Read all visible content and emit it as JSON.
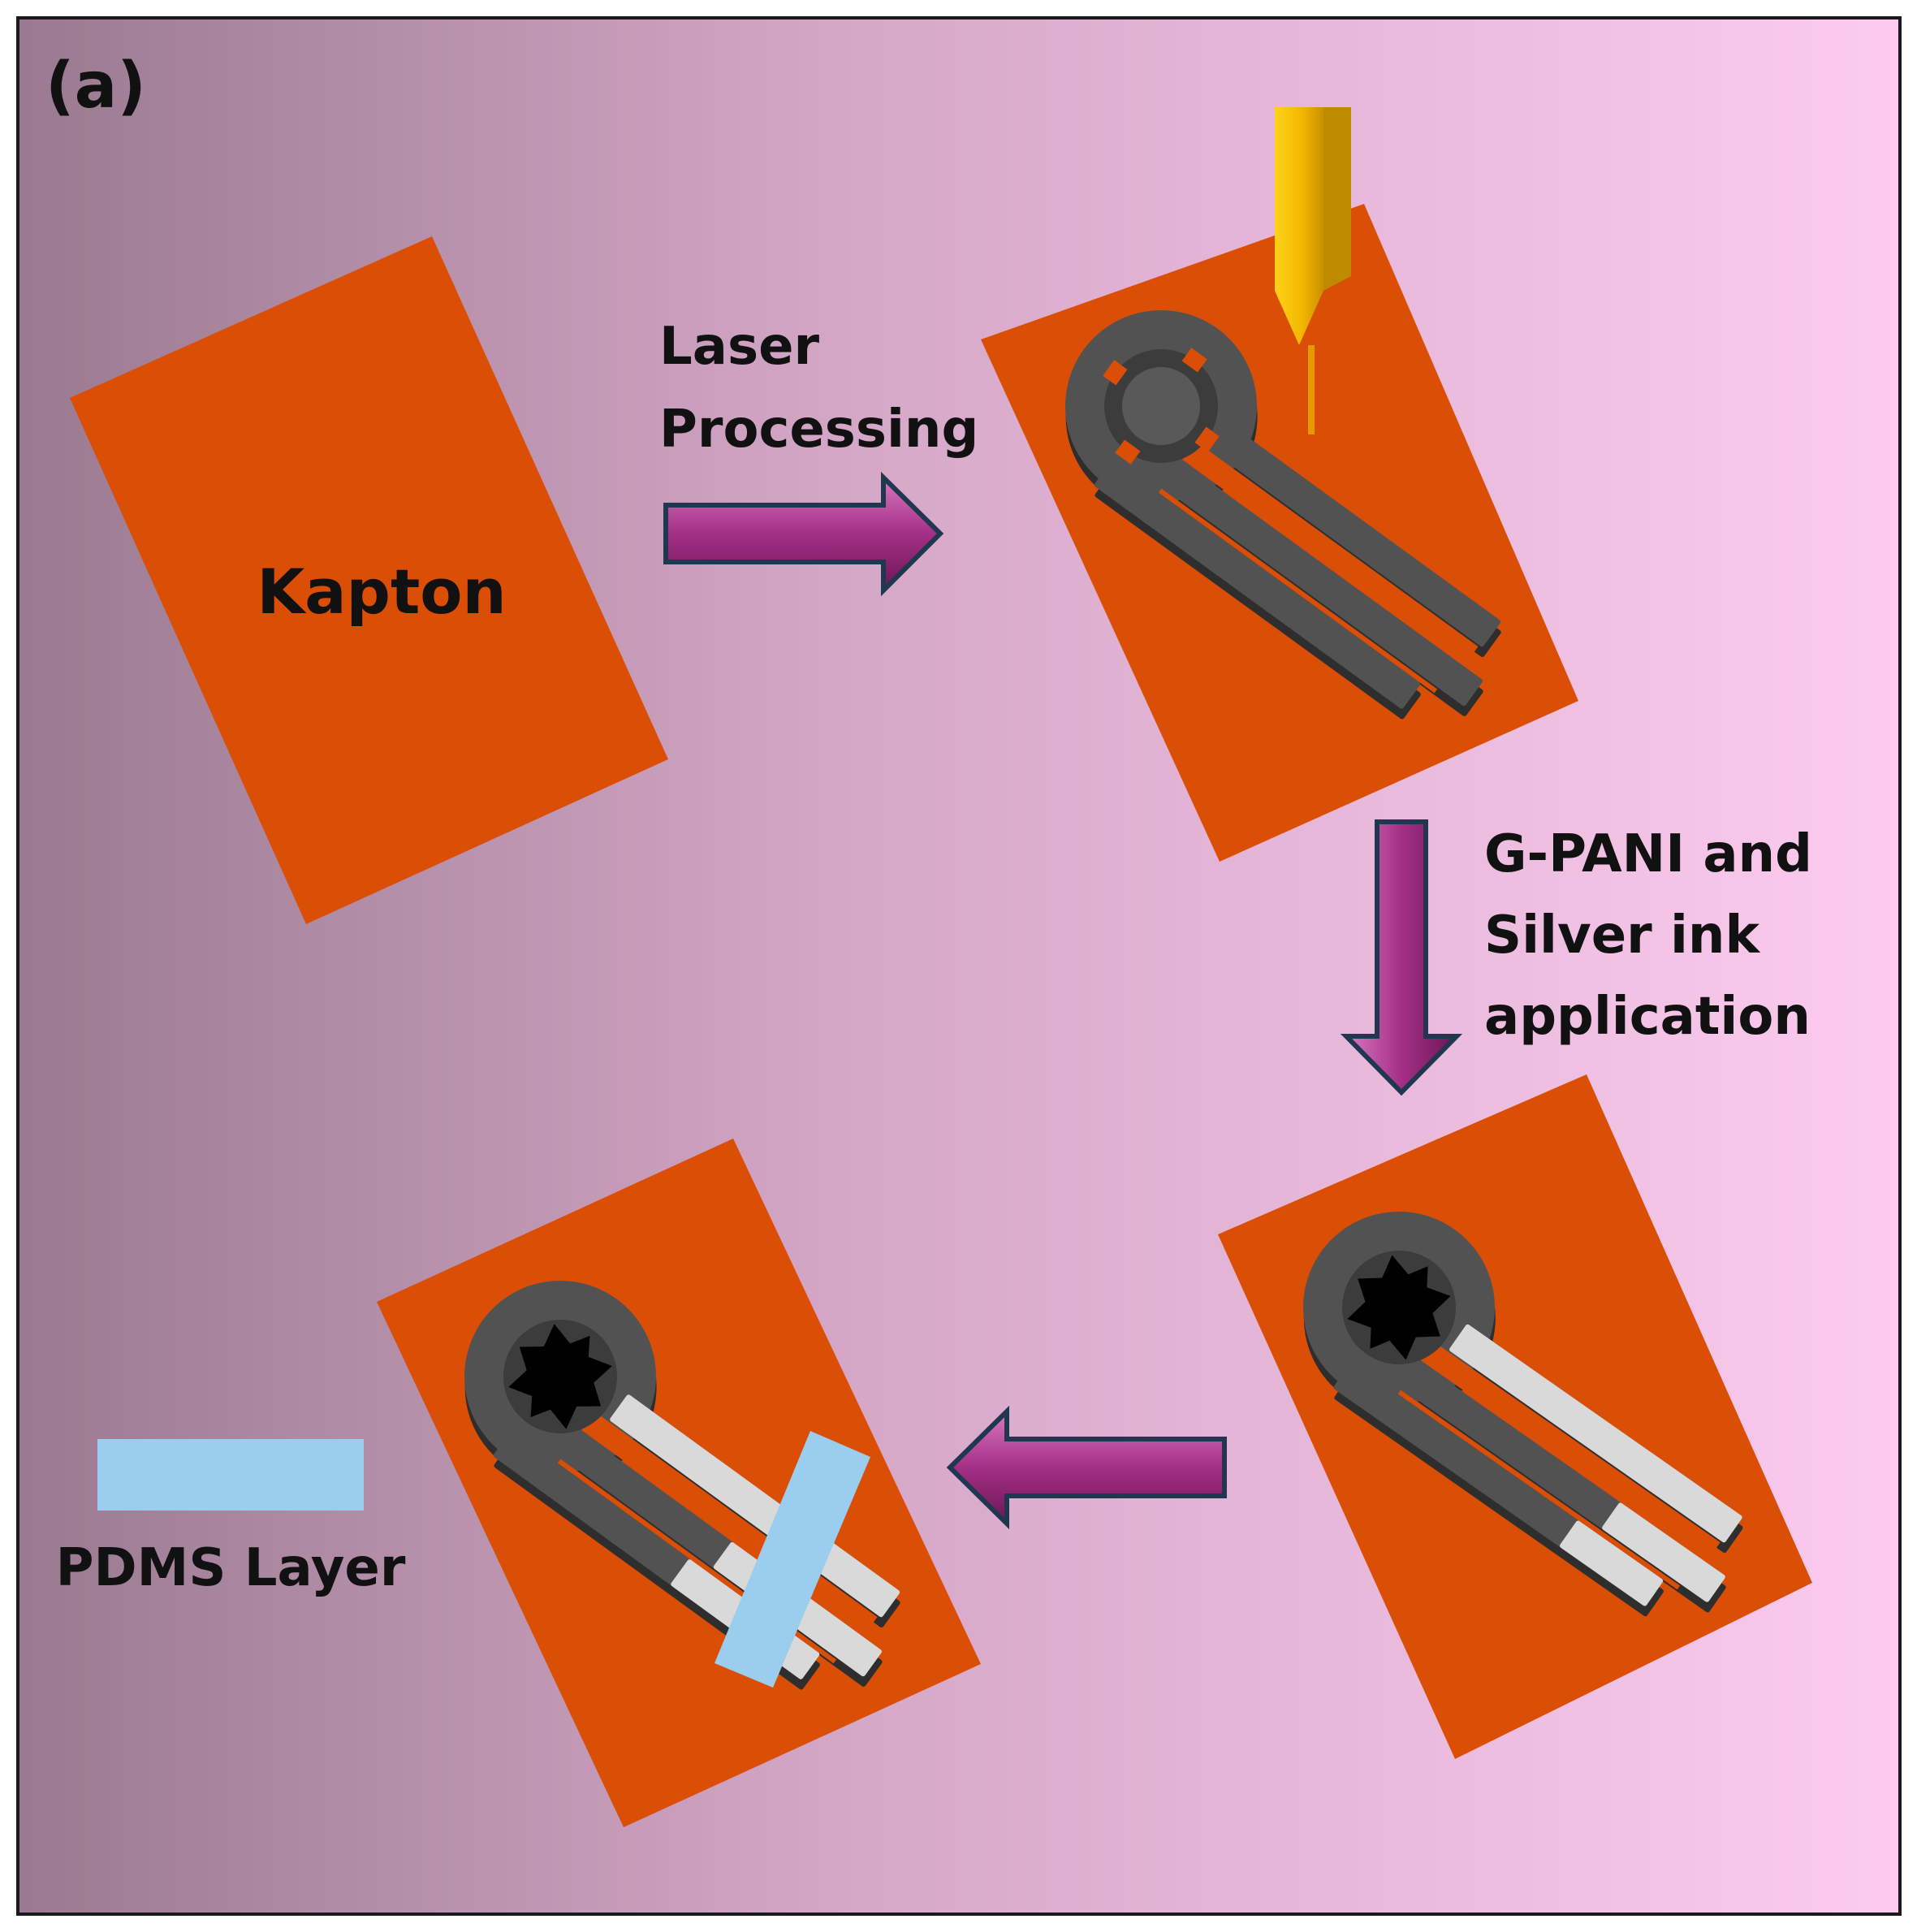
{
  "panel_label": "(a)",
  "steps": {
    "step1_label": "Kapton",
    "arrow1_label_line1": "Laser",
    "arrow1_label_line2": "Processing",
    "arrow2_label_line1": "G-PANI and",
    "arrow2_label_line2": "Silver ink",
    "arrow2_label_line3": "application",
    "pdms_label": "PDMS Layer"
  },
  "colors": {
    "background_left": "#9a7a90",
    "background_right": "#fbcbee",
    "kapton_orange": "#db4e05",
    "electrode_gray": "#4a4a4a",
    "silver": "#d9d9d9",
    "arrow_purple": "#a42f86",
    "arrow_outline": "#1f3850",
    "laser_gold": "#f5c400",
    "pdms_blue": "#9bcdee"
  },
  "icons": [
    "laser-head-icon",
    "arrow-right-icon",
    "arrow-down-icon",
    "arrow-left-icon"
  ]
}
